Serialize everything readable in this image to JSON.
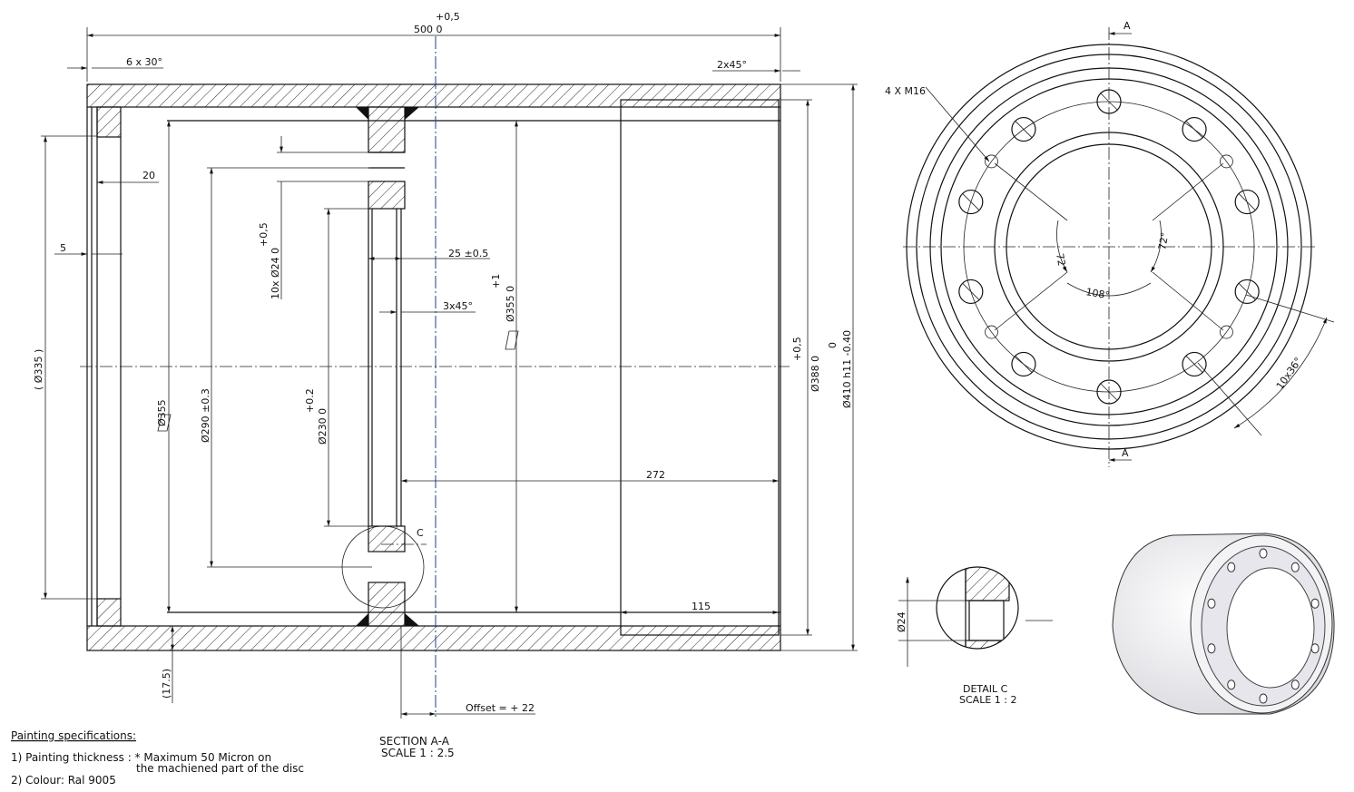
{
  "section": {
    "title": "SECTION A-A",
    "scale": "SCALE 1 : 2.5",
    "dims": {
      "length_tol": "+0,5",
      "length": "500  0",
      "chamfer_left": "6 x 30°",
      "chamfer_right": "2x45°",
      "d20": "20",
      "d5": "5",
      "d335": "( Ø335 )",
      "d355_left": "Ø355",
      "d290": "Ø290 ±0.3",
      "holes": "10x  Ø24  0",
      "holes_tol": "+0,5",
      "d230": "Ø230  0",
      "d230_tol": "+0.2",
      "width25": "25 ±0.5",
      "chamfer_disc": "3x45°",
      "d355_right": "Ø355  0",
      "d355_tol": "+1",
      "d272": "272",
      "d115": "115",
      "d388": "Ø388  0",
      "d388_tol": "+0,5",
      "d410": "Ø410 h11  -0.40",
      "d410_tol": "0",
      "d17_5": "(17.5)",
      "offset": "Offset = + 22",
      "detail_c_label": "C"
    }
  },
  "end_view": {
    "section_mark": "A",
    "m16": "4 X M16",
    "angle_72_left": "72°",
    "angle_72_right": "72°",
    "angle_108": "108°",
    "holes_angle": "10x36°",
    "large_hole_count": 10,
    "small_hole_count": 4
  },
  "detail": {
    "title": "DETAIL C",
    "scale": "SCALE 1 : 2",
    "d24": "Ø24"
  },
  "notes": {
    "heading": "Painting specifications:",
    "line1": "1) Painting thickness : * Maximum 50 Micron on",
    "line1b": "the machiened part of the disc",
    "line2": "2) Colour:  Ral 9005"
  }
}
